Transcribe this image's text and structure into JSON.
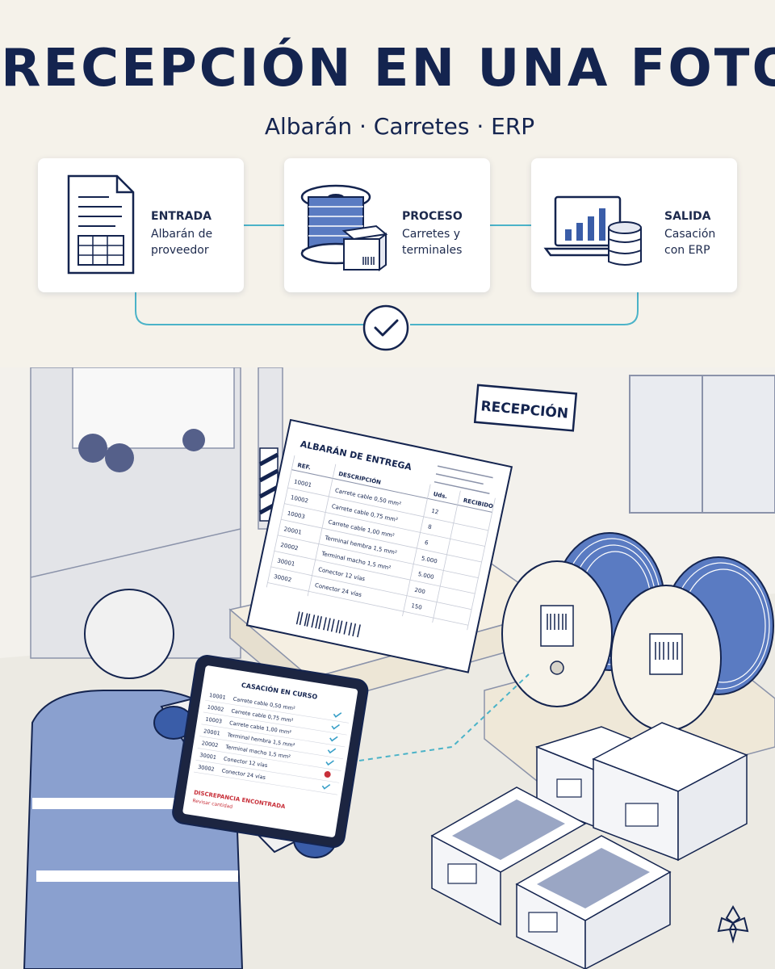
{
  "header": {
    "title": "RECEPCIÓN EN UNA FOTO",
    "subtitle": "Albarán · Carretes · ERP"
  },
  "flow": {
    "steps": [
      {
        "title": "ENTRADA",
        "line1": "Albarán de",
        "line2": "proveedor",
        "icon": "document-icon"
      },
      {
        "title": "PROCESO",
        "line1": "Carretes y",
        "line2": "terminales",
        "icon": "cable-reel-icon"
      },
      {
        "title": "SALIDA",
        "line1": "Casación",
        "line2": "con ERP",
        "icon": "laptop-database-icon"
      }
    ],
    "connector_icon": "checkmark-icon"
  },
  "scene": {
    "sign": "RECEPCIÓN",
    "delivery_note": {
      "title": "ALBARÁN DE ENTREGA",
      "headers": [
        "REF.",
        "DESCRIPCIÓN",
        "Uds.",
        "RECIBIDO"
      ],
      "rows": [
        {
          "ref": "10001",
          "desc": "Carrete cable 0,50 mm²",
          "qty": "12"
        },
        {
          "ref": "10002",
          "desc": "Carrete cable 0,75 mm²",
          "qty": "8"
        },
        {
          "ref": "10003",
          "desc": "Carrete cable 1,00 mm²",
          "qty": "6"
        },
        {
          "ref": "20001",
          "desc": "Terminal hembra 1,5 mm²",
          "qty": "5.000"
        },
        {
          "ref": "20002",
          "desc": "Terminal macho 1,5 mm²",
          "qty": "5.000"
        },
        {
          "ref": "30001",
          "desc": "Conector 12 vías",
          "qty": "200"
        },
        {
          "ref": "30002",
          "desc": "Conector 24 vías",
          "qty": "150"
        }
      ]
    },
    "tablet": {
      "title": "CASACIÓN EN CURSO",
      "rows": [
        {
          "ref": "10001",
          "desc": "Carrete cable 0,50 mm²",
          "status": "ok"
        },
        {
          "ref": "10002",
          "desc": "Carrete cable 0,75 mm²",
          "status": "ok"
        },
        {
          "ref": "10003",
          "desc": "Carrete cable 1,00 mm²",
          "status": "ok"
        },
        {
          "ref": "20001",
          "desc": "Terminal hembra 1,5 mm²",
          "status": "ok"
        },
        {
          "ref": "20002",
          "desc": "Terminal macho 1,5 mm²",
          "status": "ok"
        },
        {
          "ref": "30001",
          "desc": "Conector 12 vías",
          "status": "error"
        },
        {
          "ref": "30002",
          "desc": "Conector 24 vías",
          "status": "ok"
        }
      ],
      "alert": "DISCREPANCIA ENCONTRADA",
      "alert_sub": "Revisar cantidad"
    }
  },
  "colors": {
    "navy": "#14244f",
    "accent": "#3a5da8",
    "connector": "#4bb3c8",
    "alert": "#c8303a"
  }
}
